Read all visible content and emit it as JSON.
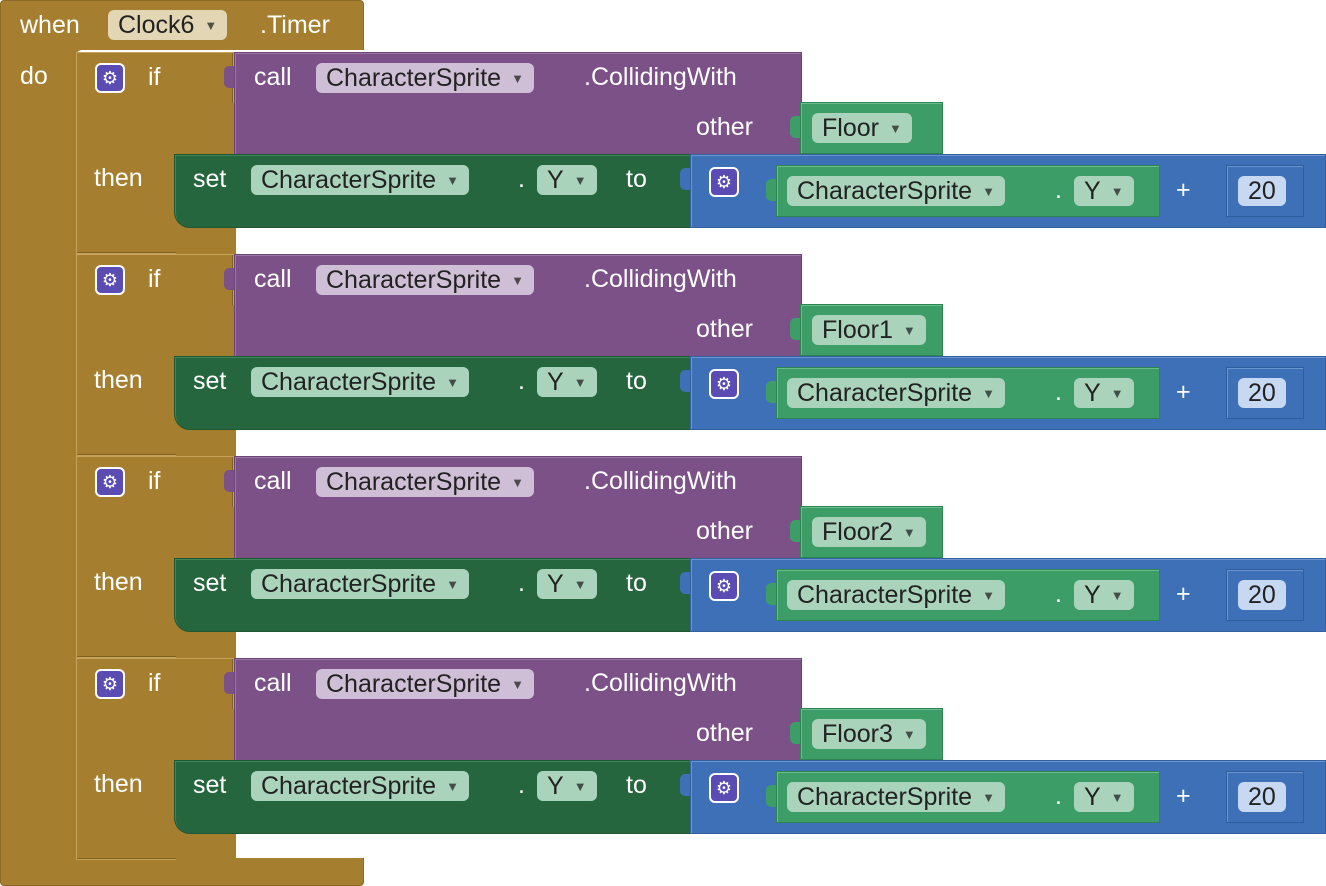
{
  "event": {
    "when_label": "when",
    "component": "Clock6",
    "event_name": ".Timer",
    "do_label": "do"
  },
  "if_blocks": [
    {
      "if_label": "if",
      "then_label": "then",
      "call_label": "call",
      "call_component": "CharacterSprite",
      "method": ".CollidingWith",
      "param_label": "other",
      "param_value": "Floor",
      "set_label": "set",
      "set_component": "CharacterSprite",
      "dot": ".",
      "set_property": "Y",
      "to_label": "to",
      "get_component": "CharacterSprite",
      "get_property": "Y",
      "operator": "+",
      "number": "20"
    },
    {
      "if_label": "if",
      "then_label": "then",
      "call_label": "call",
      "call_component": "CharacterSprite",
      "method": ".CollidingWith",
      "param_label": "other",
      "param_value": "Floor1",
      "set_label": "set",
      "set_component": "CharacterSprite",
      "dot": ".",
      "set_property": "Y",
      "to_label": "to",
      "get_component": "CharacterSprite",
      "get_property": "Y",
      "operator": "+",
      "number": "20"
    },
    {
      "if_label": "if",
      "then_label": "then",
      "call_label": "call",
      "call_component": "CharacterSprite",
      "method": ".CollidingWith",
      "param_label": "other",
      "param_value": "Floor2",
      "set_label": "set",
      "set_component": "CharacterSprite",
      "dot": ".",
      "set_property": "Y",
      "to_label": "to",
      "get_component": "CharacterSprite",
      "get_property": "Y",
      "operator": "+",
      "number": "20"
    },
    {
      "if_label": "if",
      "then_label": "then",
      "call_label": "call",
      "call_component": "CharacterSprite",
      "method": ".CollidingWith",
      "param_label": "other",
      "param_value": "Floor3",
      "set_label": "set",
      "set_component": "CharacterSprite",
      "dot": ".",
      "set_property": "Y",
      "to_label": "to",
      "get_component": "CharacterSprite",
      "get_property": "Y",
      "operator": "+",
      "number": "20"
    }
  ],
  "colors": {
    "control_block": "#a57f2f",
    "component_method_block": "#7b5187",
    "setter_block": "#26663e",
    "getter_block": "#3d9d66",
    "math_block": "#3d70b7",
    "mutator_gear": "#5b4cb4"
  },
  "icons": {
    "mutator": "gear-icon",
    "dropdown": "dropdown-arrow-icon"
  }
}
